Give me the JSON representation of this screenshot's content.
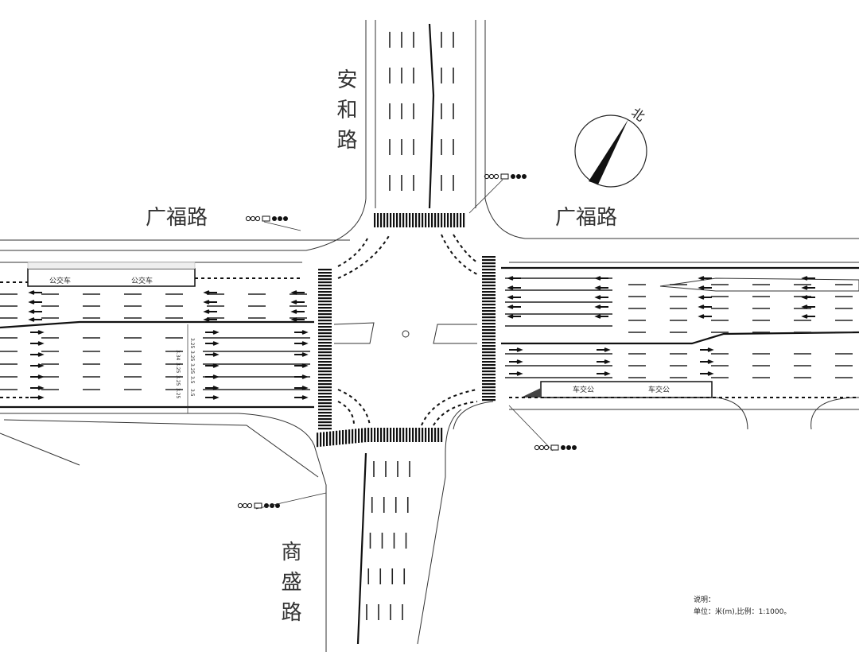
{
  "roads": {
    "north": "安和路",
    "west": "广福路",
    "east": "广福路",
    "south": "商盛路"
  },
  "compass": {
    "label": "北"
  },
  "bus_lane": {
    "label_west": "公交车",
    "label_west_2": "公交车",
    "label_east": "车交公",
    "label_east_2": "车交公"
  },
  "dimensions": [
    "3.34",
    "3.25",
    "3.25",
    "3.25",
    "3.25",
    "3.25",
    "3.25",
    "3.5",
    "3.5"
  ],
  "notes": {
    "title": "说明：",
    "text": "单位：米(m),比例：1:1000。"
  },
  "signals": [
    "signal-north-west",
    "signal-north-east",
    "signal-south-east",
    "signal-south-west"
  ]
}
